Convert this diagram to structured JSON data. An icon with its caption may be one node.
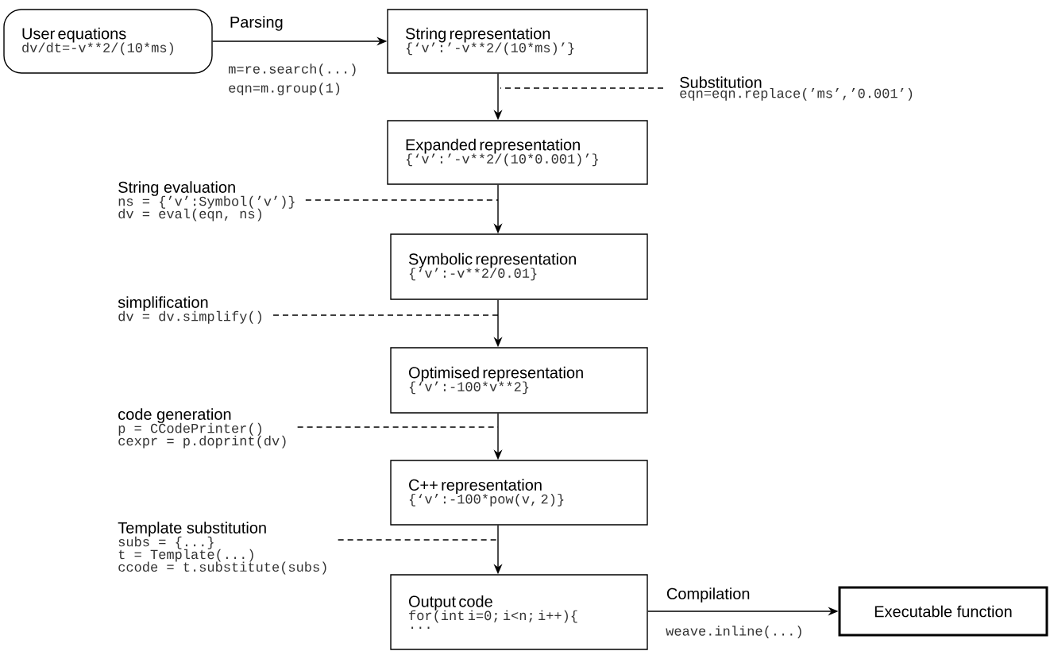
{
  "diagram": {
    "nodes": [
      {
        "text": [
          "User equations",
          "dv/dt=-v**2/(10*ms)"
        ]
      },
      {
        "text": [
          "String representation",
          "{‘v’:’-v**2/(10*ms)’}"
        ]
      },
      {
        "text": [
          "Expanded representation",
          "{‘v’:’-v**2/(10*0.001)’}"
        ]
      },
      {
        "text": [
          "Symbolic representation",
          "{‘v’:-v**2/0.01}"
        ]
      },
      {
        "text": [
          "Optimised representation",
          "{‘v’:-100*v**2}"
        ]
      },
      {
        "text": [
          "C++ representation",
          "{‘v’:-100*pow(v, 2)}"
        ]
      },
      {
        "text": [
          "Output code",
          "for(int i=0; i<n; i++){",
          "..."
        ]
      },
      {
        "text": [
          "Executable function"
        ]
      },
      {
        "text": [
          "Substitution",
          "eqn=eqn.replace(’ms’,’0.001’)"
        ]
      },
      {
        "text": [
          "String evaluation",
          "ns = {’v’:Symbol(’v’)}",
          "dv = eval(eqn, ns)"
        ]
      },
      {
        "text": [
          "simplification",
          "dv = dv.simplify()"
        ]
      },
      {
        "text": [
          "code generation",
          "p = CCodePrinter()",
          "cexpr = p.doprint(dv)"
        ]
      },
      {
        "text": [
          "Template substitution",
          "subs = {...}",
          "t = Template(...)",
          "ccode = t.substitute(subs)"
        ]
      }
    ],
    "edges": [
      {
        "from": 0,
        "to": 1,
        "arrow": "to",
        "label": "Parsing"
      },
      {
        "from": 1,
        "to": 2,
        "arrow": "to"
      },
      {
        "from": 2,
        "to": 3,
        "arrow": "to"
      },
      {
        "from": 3,
        "to": 4,
        "arrow": "to"
      },
      {
        "from": 4,
        "to": 5,
        "arrow": "to"
      },
      {
        "from": 5,
        "to": 6,
        "arrow": "to"
      },
      {
        "from": 6,
        "to": 7,
        "arrow": "to",
        "label": "Compilation"
      },
      {
        "from": 8,
        "to": null,
        "arrow": "none",
        "style": "dashed"
      },
      {
        "from": 9,
        "to": null,
        "arrow": "none",
        "style": "dashed"
      },
      {
        "from": 10,
        "to": null,
        "arrow": "none",
        "style": "dashed"
      },
      {
        "from": 11,
        "to": null,
        "arrow": "none",
        "style": "dashed"
      },
      {
        "from": 12,
        "to": null,
        "arrow": "none",
        "style": "dashed"
      }
    ],
    "labels": [
      "m=re.search(...)",
      "eqn=m.group(1)",
      "weave.inline(...)"
    ]
  }
}
